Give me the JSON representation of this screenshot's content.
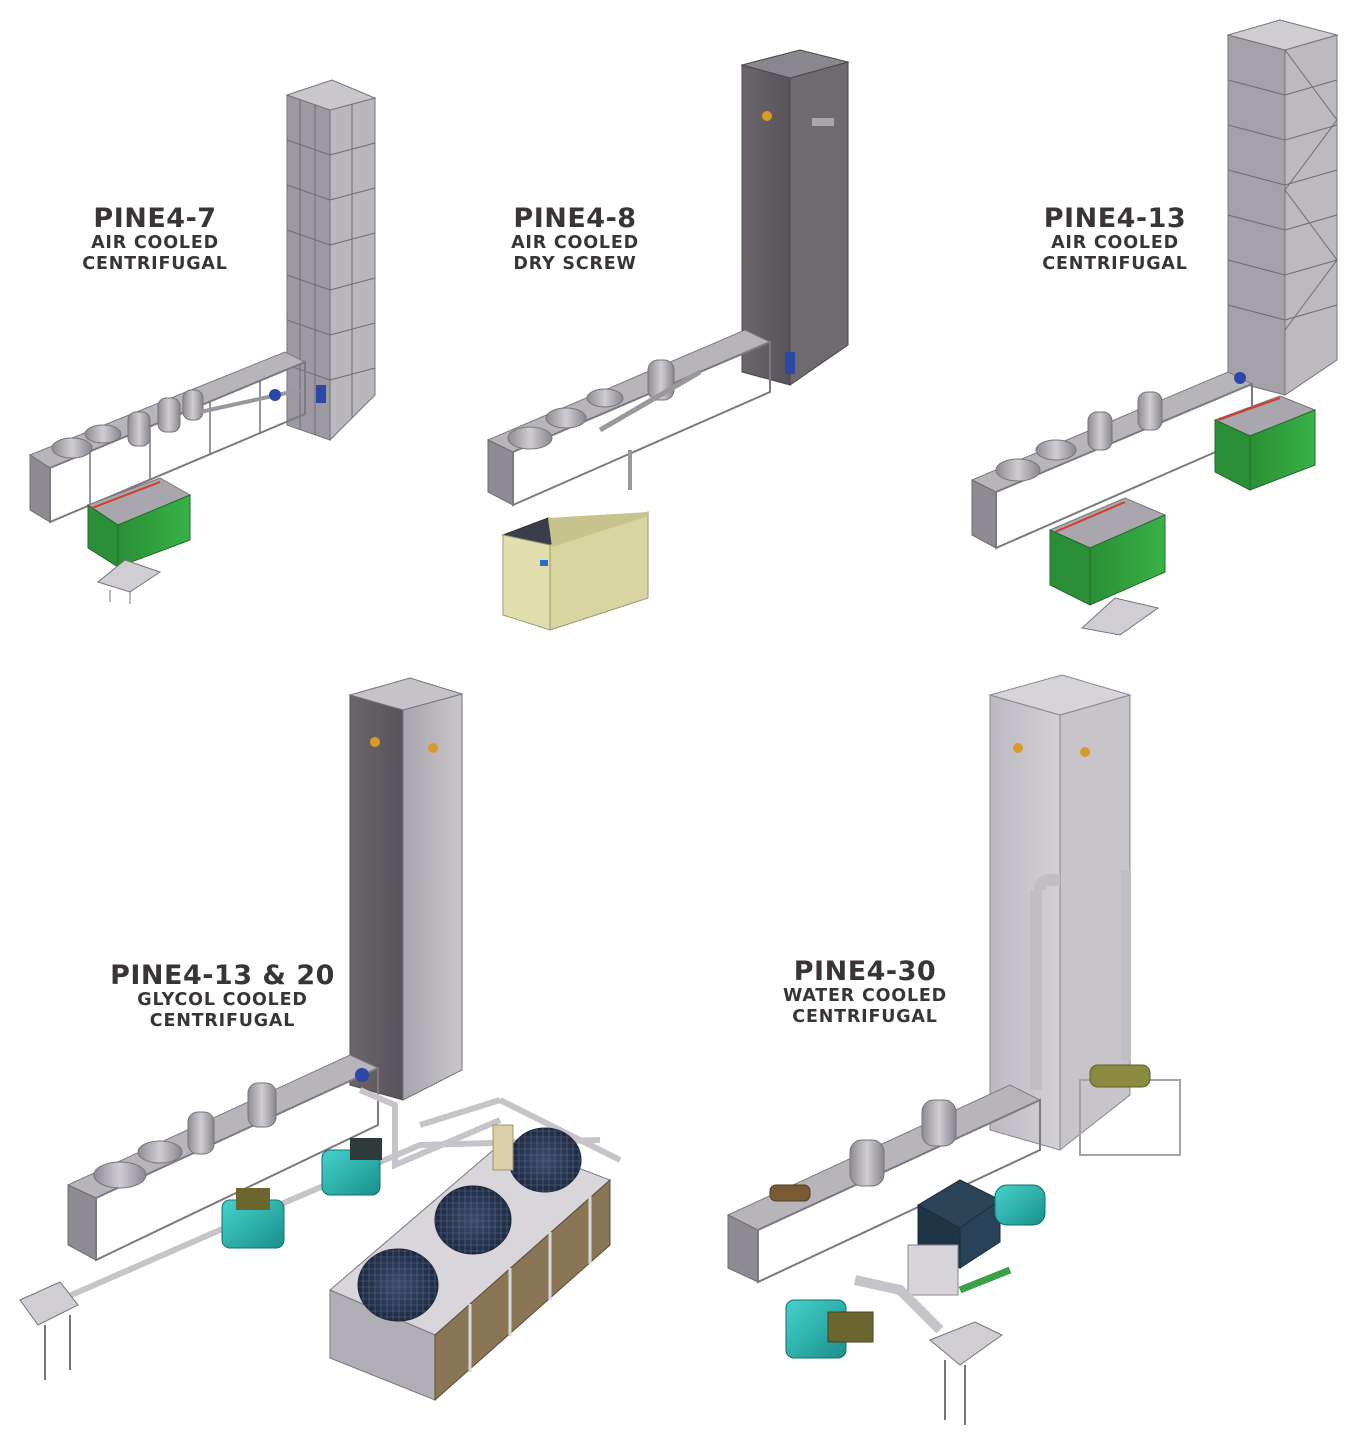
{
  "units": [
    {
      "model": "PINE4-7",
      "cooling": "AIR COOLED",
      "compressor": "CENTRIFUGAL"
    },
    {
      "model": "PINE4-8",
      "cooling": "AIR COOLED",
      "compressor": "DRY SCREW"
    },
    {
      "model": "PINE4-13",
      "cooling": "AIR COOLED",
      "compressor": "CENTRIFUGAL"
    },
    {
      "model": "PINE4-13 & 20",
      "cooling": "GLYCOL COOLED",
      "compressor": "CENTRIFUGAL"
    },
    {
      "model": "PINE4-30",
      "cooling": "WATER COOLED",
      "compressor": "CENTRIFUGAL"
    }
  ],
  "colors": {
    "label": "#3a3535",
    "tower_dark": "#5e5a5e",
    "tower_light": "#b4b0b8",
    "frame": "#a9a6ad",
    "green_unit": "#2f9a3c",
    "teal_motor": "#22b5b0",
    "fan_blue": "#2c3a55",
    "khaki_unit": "#d9d5a0"
  },
  "icons": [
    "logo-badge-icon"
  ]
}
